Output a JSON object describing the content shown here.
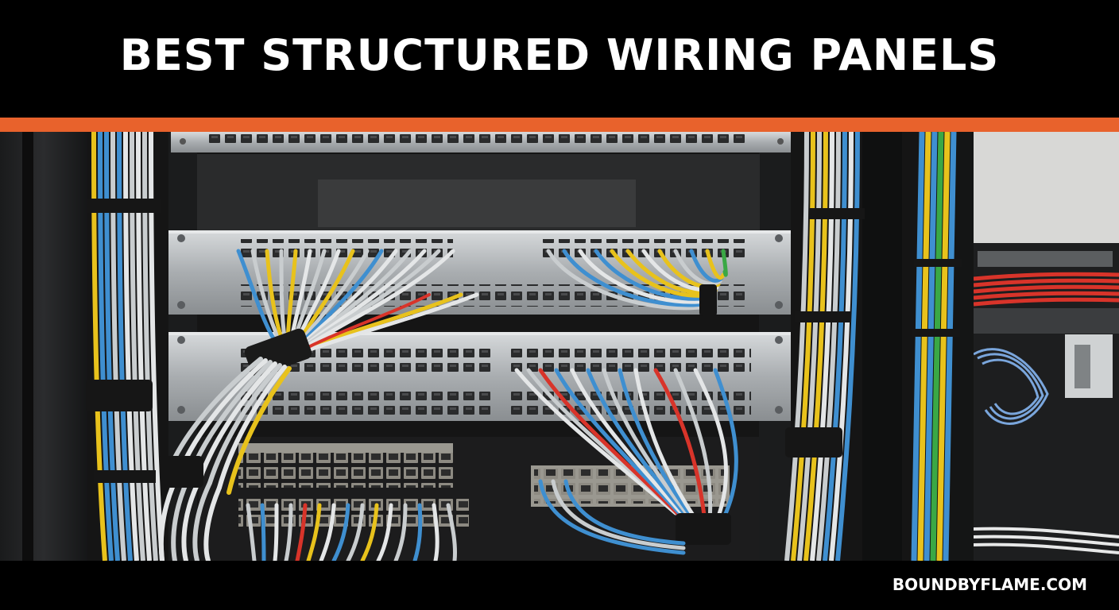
{
  "banner": {
    "title": "BEST STRUCTURED WIRING PANELS",
    "site": "BOUNDBYFLAME.COM"
  },
  "photo": {
    "subject": "network-rack-patch-panels"
  },
  "colors": {
    "accent_stripe": "#e8622c",
    "banner_bg": "#000000",
    "banner_text": "#ffffff",
    "cable_blue": "#3f8fd0",
    "cable_yellow": "#e8c21c",
    "cable_gray": "#c9cdcf",
    "cable_red": "#d8342a",
    "cable_green": "#3aa845",
    "panel_silver": "#a9adb0"
  }
}
